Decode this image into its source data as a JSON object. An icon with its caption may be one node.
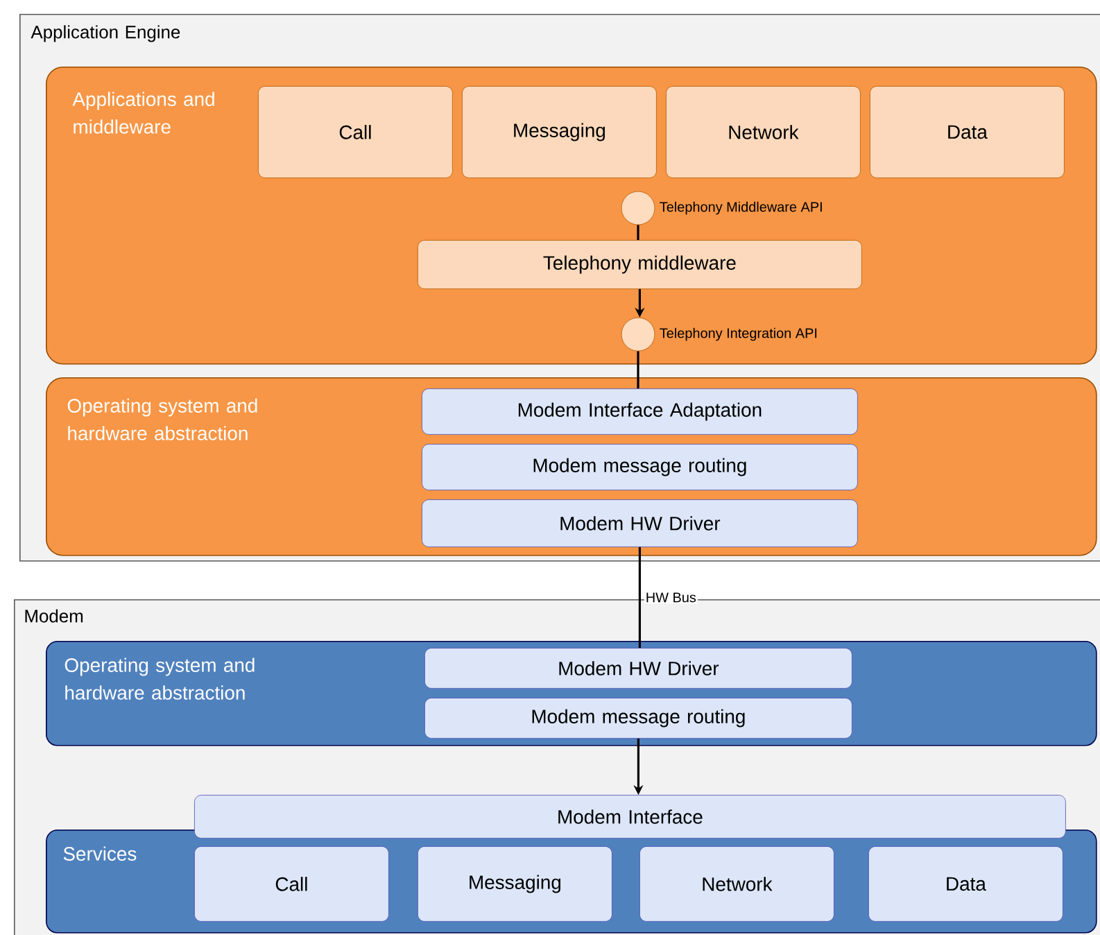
{
  "diagram": {
    "nodes": [
      {
        "text": [
          "Application Engine"
        ]
      },
      {
        "text": [
          "Applications and middleware"
        ],
        "in": 0
      },
      {
        "text": [
          "Call"
        ],
        "in": 1
      },
      {
        "text": [
          "Messaging"
        ],
        "in": 1
      },
      {
        "text": [
          "Network"
        ],
        "in": 1
      },
      {
        "text": [
          "Data"
        ],
        "in": 1
      },
      {
        "text": [],
        "shape": "circle",
        "beside": [
          "Telephony Middleware API"
        ],
        "in": 1
      },
      {
        "text": [
          "Telephony middleware"
        ],
        "in": 1
      },
      {
        "text": [],
        "shape": "circle",
        "beside": [
          "Telephony Integration API"
        ],
        "in": 1
      },
      {
        "text": [
          "Operating system and hardware abstraction"
        ],
        "in": 0
      },
      {
        "text": [
          "Modem Interface Adaptation"
        ],
        "in": 9
      },
      {
        "text": [
          "Modem message routing"
        ],
        "in": 9
      },
      {
        "text": [
          "Modem HW Driver"
        ],
        "in": 9
      },
      {
        "text": [
          "Modem"
        ]
      },
      {
        "text": [
          "Operating system and hardware abstraction"
        ],
        "in": 13
      },
      {
        "text": [
          "Modem HW Driver"
        ],
        "in": 14
      },
      {
        "text": [
          "Modem message routing"
        ],
        "in": 14
      },
      {
        "text": [
          "Modem Interface"
        ],
        "in": 13
      },
      {
        "text": [
          "Services"
        ],
        "in": 13
      },
      {
        "text": [
          "Call"
        ],
        "in": 18
      },
      {
        "text": [
          "Messaging"
        ],
        "in": 18
      },
      {
        "text": [
          "Network"
        ],
        "in": 18
      },
      {
        "text": [
          "Data"
        ],
        "in": 18
      }
    ],
    "edges": [
      {
        "from": 6,
        "to": 7,
        "arrow": "none"
      },
      {
        "from": 7,
        "to": 8,
        "arrow": "to"
      },
      {
        "from": 8,
        "to": 10,
        "arrow": "none"
      },
      {
        "from": 12,
        "to": 15,
        "arrow": "none",
        "label": "HW Bus"
      },
      {
        "from": 16,
        "to": 17,
        "arrow": "to"
      }
    ]
  }
}
